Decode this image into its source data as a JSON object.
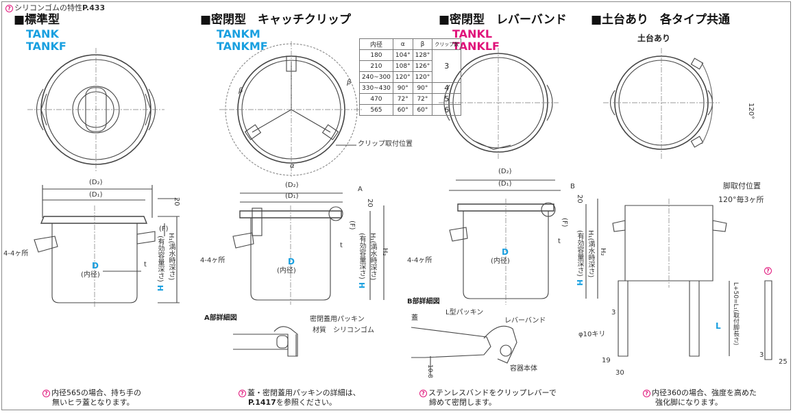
{
  "top_note": {
    "text": "シリコンゴムの特性",
    "ref": "P.433"
  },
  "sections": {
    "standard": {
      "heading": "■標準型",
      "codes": [
        "TANK",
        "TANKF"
      ]
    },
    "catch": {
      "heading": "■密閉型　キャッチクリップ",
      "codes": [
        "TANKM",
        "TANKMF"
      ]
    },
    "lever": {
      "heading": "■密閉型　レバーバンド",
      "codes": [
        "TANKL",
        "TANKLF"
      ]
    },
    "base": {
      "heading": "■土台あり　各タイプ共通",
      "sub": "土台あり"
    }
  },
  "table": {
    "headers": [
      "内径",
      "α",
      "β",
      "クリップ数"
    ],
    "rows": [
      [
        "180",
        "104°",
        "128°",
        "3"
      ],
      [
        "210",
        "108°",
        "126°",
        ""
      ],
      [
        "240~300",
        "120°",
        "120°",
        ""
      ],
      [
        "330~430",
        "90°",
        "90°",
        "4"
      ],
      [
        "470",
        "72°",
        "72°",
        "5"
      ],
      [
        "565",
        "60°",
        "60°",
        "6"
      ]
    ]
  },
  "labels": {
    "clip_pos": "クリップ取付位置",
    "foot_pos": "脚取付位置",
    "foot_pitch": "120°毎3ヶ所",
    "angle120": "120°",
    "alpha": "α",
    "beta": "β",
    "d2": "(D₂)",
    "d1": "(D₁)",
    "d": "D",
    "inner": "(内径)",
    "h_eff": "(有効容量深さ)",
    "h": "H",
    "h1": "H₁(満水時深さ)",
    "h2": "H₂",
    "f": "(F)",
    "t": "t",
    "dim20": "20",
    "four": "4-4ヶ所",
    "a": "A",
    "b": "B",
    "a_detail": "A部詳細図",
    "b_detail": "B部詳細図",
    "packing": "密閉蓋用パッキン",
    "material": "材質　シリコンゴム",
    "lid": "蓋",
    "lpack": "L型パッキン",
    "lever": "レバーバンド",
    "body": "容器本体",
    "dim108": "10.8",
    "dim3": "3",
    "hole": "φ10キリ",
    "L": "L",
    "Lspec": "L+50=L₁(取付脚長さ)",
    "dim19": "19",
    "dim30": "30",
    "dim3b": "3",
    "dim25": "25"
  },
  "notes": {
    "n1a": "内径565の場合、持ち手の",
    "n1b": "無いヒラ蓋となります。",
    "n2a": "蓋・密閉蓋用パッキンの詳細は、",
    "n2b_ref": "P.1417",
    "n2b": "を参照ください。",
    "n3a": "ステンレスバンドをクリップレバーで",
    "n3b": "締めて密閉します。",
    "n4a": "内径360の場合、強度を高めた",
    "n4b": "強化脚になります。"
  },
  "colors": {
    "accent_blue": "#1aa0e0",
    "accent_pink": "#e0137a",
    "line": "#444444"
  }
}
